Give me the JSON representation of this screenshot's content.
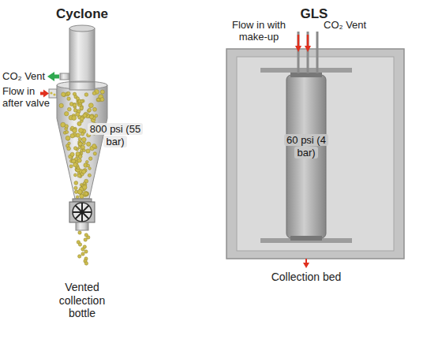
{
  "diagram": {
    "nodes": [
      {
        "text": [
          "800 psi (55 bar)"
        ]
      },
      {
        "text": [
          "60 psi (4 bar)"
        ]
      }
    ],
    "labels": [
      "Cyclone",
      "CO₂ Vent",
      "Flow in after valve",
      "Vented collection bottle",
      "GLS",
      "Flow in with make-up",
      "CO₂ Vent",
      "Collection bed"
    ]
  }
}
